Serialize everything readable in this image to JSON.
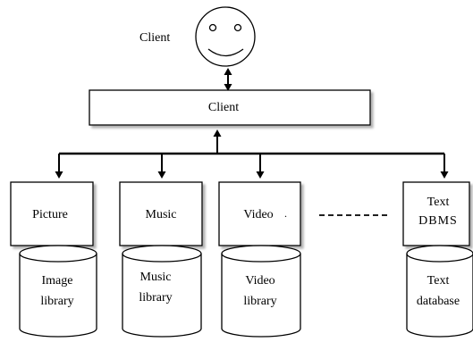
{
  "user": {
    "label": "Client"
  },
  "client_box": {
    "label": "Client"
  },
  "modules": [
    {
      "key": "picture",
      "label_lines": [
        "Picture"
      ]
    },
    {
      "key": "music",
      "label_lines": [
        "Music"
      ]
    },
    {
      "key": "video",
      "label_lines": [
        "Video",
        "."
      ]
    },
    {
      "key": "text",
      "label_lines": [
        "Text",
        "DBMS"
      ]
    }
  ],
  "stores": [
    {
      "key": "image",
      "label_lines": [
        "Image",
        "library"
      ]
    },
    {
      "key": "music",
      "label_lines": [
        "Music",
        "library"
      ]
    },
    {
      "key": "video",
      "label_lines": [
        "Video",
        "library"
      ]
    },
    {
      "key": "text",
      "label_lines": [
        "Text",
        "database"
      ]
    }
  ],
  "colors": {
    "line": "#000000",
    "face": "#ffffff",
    "shadow": "#8a8a8a"
  }
}
